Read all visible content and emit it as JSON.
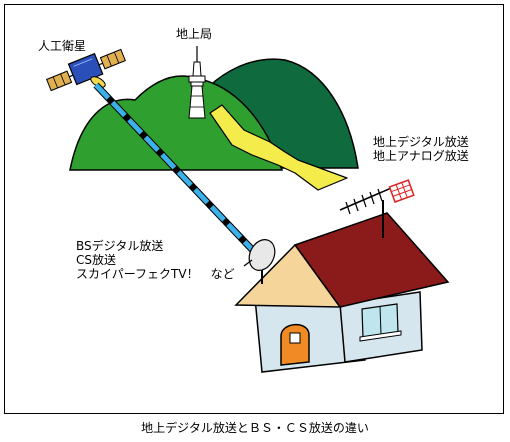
{
  "labels": {
    "satellite": "人工衛星",
    "ground_station": "地上局",
    "terrestrial_digital": "地上デジタル放送",
    "terrestrial_analog": "地上アナログ放送",
    "bs_digital": "BSデジタル放送",
    "cs": "CS放送",
    "skyperfect": "スカイパーフェクTV！　など"
  },
  "caption": "地上デジタル放送とＢＳ・ＣＳ放送の違い",
  "colors": {
    "mountain_back": "#0f6b3e",
    "mountain_front": "#2fa02f",
    "signal": "#f4ec4a",
    "beam": "#3cb0e8",
    "roof": "#8b1a1a",
    "wall": "#d6e6ef",
    "gable": "#f6d59a",
    "door": "#f08a24",
    "window": "#bfe6ef"
  }
}
